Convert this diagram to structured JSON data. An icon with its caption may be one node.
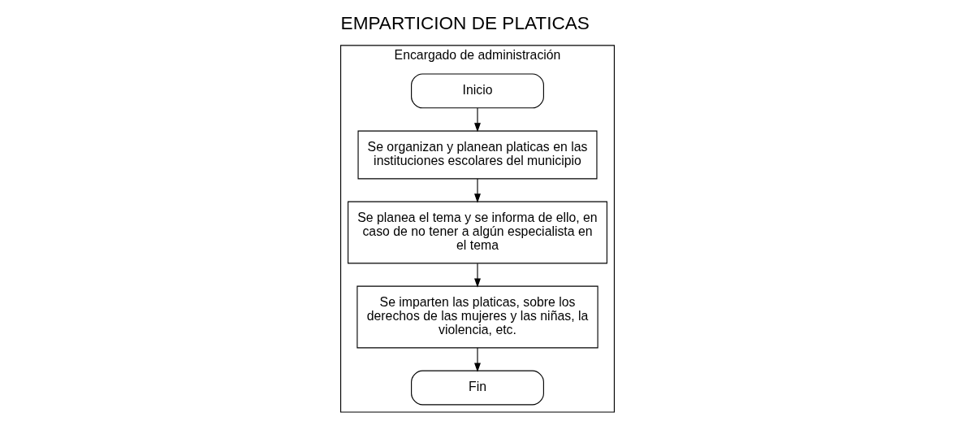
{
  "diagram": {
    "title": "EMPARTICION DE PLATICAS",
    "nodes": [
      {
        "text": [
          "Encargado de administración"
        ]
      },
      {
        "text": [
          "Inicio"
        ],
        "in": 0
      },
      {
        "text": [
          "Se organizan y planean platicas en las instituciones escolares del municipio"
        ],
        "in": 0
      },
      {
        "text": [
          "Se planea el tema y se informa de ello, en caso de no tener a algún especialista en el tema"
        ],
        "in": 0
      },
      {
        "text": [
          "Se imparten las platicas, sobre los derechos de las mujeres y las niñas, la violencia, etc."
        ],
        "in": 0
      },
      {
        "text": [
          "Fin"
        ],
        "in": 0
      }
    ],
    "edges": [
      {
        "from": 1,
        "to": 2,
        "arrow": "to"
      },
      {
        "from": 2,
        "to": 3,
        "arrow": "to"
      },
      {
        "from": 3,
        "to": 4,
        "arrow": "to"
      },
      {
        "from": 4,
        "to": 5,
        "arrow": "to"
      }
    ]
  }
}
